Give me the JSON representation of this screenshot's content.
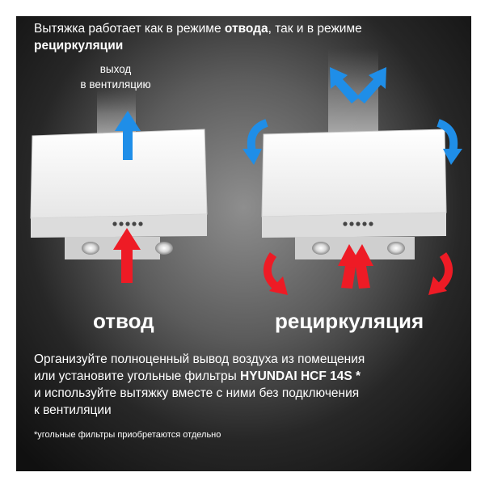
{
  "headline": {
    "part1": "Вытяжка работает как в режиме ",
    "bold1": "отвода",
    "part2": ", так и в режиме ",
    "bold2": "рециркуляции"
  },
  "exit_label": {
    "line1": "выход",
    "line2": "в вентиляцию"
  },
  "modes": {
    "left": "отвод",
    "right": "рециркуляция"
  },
  "description": {
    "line1": "Организуйте полноценный вывод воздуха из помещения",
    "line2_prefix": "или установите угольные фильтры ",
    "brand": "HYUNDAI HCF 14S *",
    "line3": "и используйте вытяжку вместе с ними без подключения",
    "line4": "к вентиляции"
  },
  "footnote": "*угольные фильтры приобретаются отдельно",
  "colors": {
    "exhaust_arrow": "#1f8ee8",
    "intake_arrow": "#ee1b25",
    "hood_body": "#f3f3f3"
  },
  "icons": {
    "exhaust": "arrow-up-blue-icon",
    "intake": "arrow-up-red-icon",
    "return": "curved-arrow-blue-icon",
    "suction": "curved-arrow-red-icon"
  }
}
